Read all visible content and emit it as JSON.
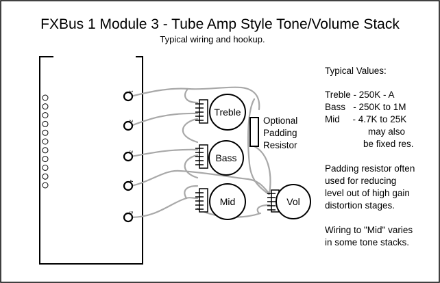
{
  "title": "FXBus 1 Module 3  - Tube Amp Style Tone/Volume Stack",
  "subtitle": "Typical wiring and hookup.",
  "module": {
    "pins": [
      "1",
      "2",
      "3",
      "4",
      "5"
    ],
    "header_pin_count": 11
  },
  "pots": {
    "treble": "Treble",
    "bass": "Bass",
    "mid": "Mid",
    "vol": "Vol"
  },
  "padding_resistor_label": [
    "Optional",
    "Padding",
    "Resistor"
  ],
  "values": {
    "heading": "Typical Values:",
    "lines": [
      "Treble - 250K - A",
      "Bass   - 250K to 1M",
      "Mid     - 4.7K to 25K",
      "may also",
      "be fixed res."
    ]
  },
  "notes": {
    "padding": [
      "Padding resistor often",
      "used for reducing",
      "level out of high gain",
      "distortion stages."
    ],
    "mid": [
      "Wiring to \"Mid\" varies",
      "in some tone stacks."
    ]
  },
  "colors": {
    "wire": "#a8a8a8",
    "ink": "#000000",
    "background": "#ffffff"
  }
}
